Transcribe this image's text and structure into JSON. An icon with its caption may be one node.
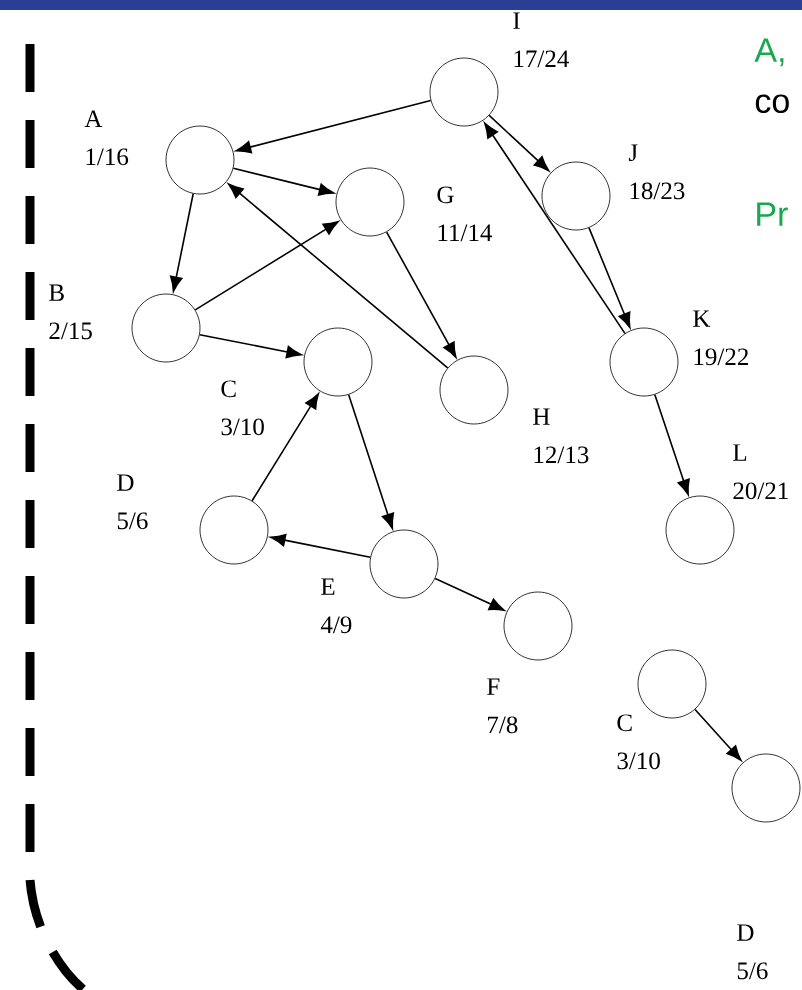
{
  "diagram": {
    "nodes": [
      {
        "text": [],
        "shape": "circle",
        "beside": [
          "I",
          "17/24"
        ]
      },
      {
        "text": [],
        "shape": "circle",
        "beside": [
          "A",
          "1/16"
        ]
      },
      {
        "text": [],
        "shape": "circle",
        "beside": [
          "G",
          "11/14"
        ]
      },
      {
        "text": [],
        "shape": "circle",
        "beside": [
          "J",
          "18/23"
        ]
      },
      {
        "text": [],
        "shape": "circle",
        "beside": [
          "B",
          "2/15"
        ]
      },
      {
        "text": [],
        "shape": "circle",
        "beside": [
          "C",
          "3/10"
        ]
      },
      {
        "text": [],
        "shape": "circle",
        "beside": [
          "H",
          "12/13"
        ]
      },
      {
        "text": [],
        "shape": "circle",
        "beside": [
          "K",
          "19/22"
        ]
      },
      {
        "text": [],
        "shape": "circle",
        "beside": [
          "D",
          "5/6"
        ]
      },
      {
        "text": [],
        "shape": "circle",
        "beside": [
          "E",
          "4/9"
        ]
      },
      {
        "text": [],
        "shape": "circle",
        "beside": [
          "L",
          "20/21"
        ]
      },
      {
        "text": [],
        "shape": "circle",
        "beside": [
          "F",
          "7/8"
        ]
      },
      {
        "text": [],
        "shape": "circle",
        "beside": [
          "C",
          "3/10"
        ]
      },
      {
        "text": [],
        "shape": "circle",
        "beside": [
          "D",
          "5/6"
        ]
      }
    ],
    "edges": [
      {
        "from": 0,
        "to": 1,
        "arrow": "to"
      },
      {
        "from": 0,
        "to": 3,
        "arrow": "to"
      },
      {
        "from": 3,
        "to": 7,
        "arrow": "to"
      },
      {
        "from": 7,
        "to": 0,
        "arrow": "to"
      },
      {
        "from": 7,
        "to": 10,
        "arrow": "to"
      },
      {
        "from": 1,
        "to": 2,
        "arrow": "to"
      },
      {
        "from": 1,
        "to": 4,
        "arrow": "to"
      },
      {
        "from": 6,
        "to": 1,
        "arrow": "to"
      },
      {
        "from": 4,
        "to": 2,
        "arrow": "to"
      },
      {
        "from": 4,
        "to": 5,
        "arrow": "to"
      },
      {
        "from": 2,
        "to": 6,
        "arrow": "to"
      },
      {
        "from": 8,
        "to": 5,
        "arrow": "to"
      },
      {
        "from": 5,
        "to": 9,
        "arrow": "to"
      },
      {
        "from": 9,
        "to": 8,
        "arrow": "to"
      },
      {
        "from": 9,
        "to": 11,
        "arrow": "to"
      },
      {
        "from": 12,
        "to": 13,
        "arrow": "to"
      }
    ],
    "labels": [
      "A,",
      "co",
      "Pr"
    ]
  }
}
